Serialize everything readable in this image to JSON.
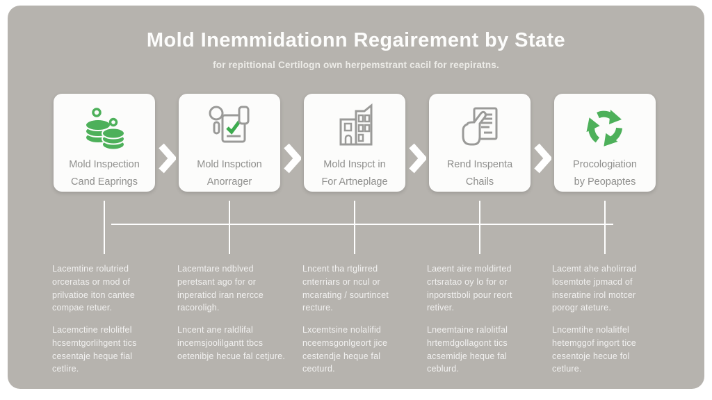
{
  "header": {
    "title": "Mold Inemmidationn Regairement by State",
    "subtitle": "for repittional Certilogn own herpemstrant cacil for reepiratns."
  },
  "steps": [
    {
      "icon": "coins-icon",
      "line1": "Mold Inspection",
      "line2": "Cand Eaprings",
      "para1": "Lacemtine rolutried orceratas or mod of prilvatioe iton cantee compae retuer.",
      "para2": "Lacemctine relolitfel hcsemtgorlihgent tics cesentaje heque fial cetlire."
    },
    {
      "icon": "magnifier-checklist-icon",
      "line1": "Mold Inspction",
      "line2": "Anorrager",
      "para1": "Lacemtare ndblved peretsant ago for or inperaticd iran nercce racoroligh.",
      "para2": "Lncent ane raldlifal incemsjoolilgantt tbcs oetenibje hecue fal cetjure."
    },
    {
      "icon": "building-icon",
      "line1": "Mold Inspct in",
      "line2": "For Artneplage",
      "para1": "Lncent tha rtglirred cnterriars or ncul or mcarating / sourtincet recture.",
      "para2": "Lxcemtsine nolalifid nceemsgonlgeort jice cestendje heque fal ceoturd."
    },
    {
      "icon": "hand-document-icon",
      "line1": "Rend Inspenta",
      "line2": "Chails",
      "para1": "Laeent aire moldirted crtsratao oy lo for or inporsttboli pour reort retiver.",
      "para2": "Lneemtaine ralolitfal hrtemdgollagont tics acsemidje heque fal ceblurd."
    },
    {
      "icon": "recycle-icon",
      "line1": "Procologiation",
      "line2": "by Peopaptes",
      "para1": "Lacemt ahe aholirrad losemtote jpmacd of inseratine irol motcer porogr ateture.",
      "para2": "Lncemtihe nolalitfel hetemggof ingort tice cesentoje hecue fol cetlure."
    }
  ],
  "colors": {
    "panel_gray": "#b6b3ae",
    "card_bg": "#fcfcfb",
    "accent_green": "#4db05a",
    "icon_gray": "#9a9a98",
    "line_white": "#ffffff",
    "label_gray": "#8e8e8c"
  }
}
